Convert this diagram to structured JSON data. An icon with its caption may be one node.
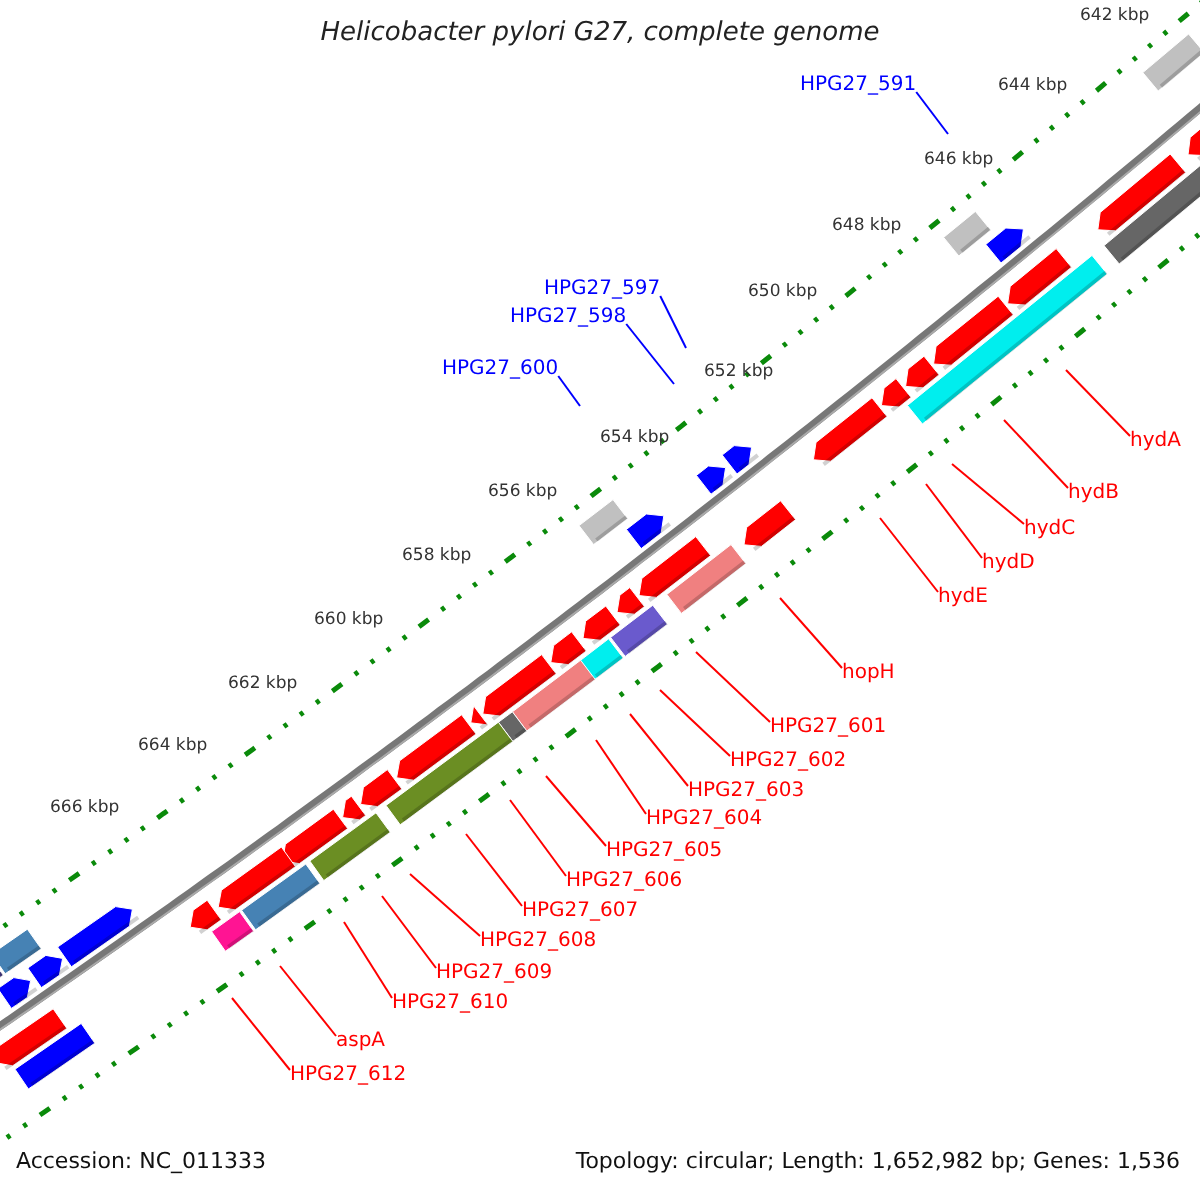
{
  "diagram": {
    "title": "Helicobacter pylori G27, complete genome",
    "nodes": [
      {
        "text": [
          "HPG27_591"
        ]
      },
      {
        "text": [
          "HPG27_597"
        ]
      },
      {
        "text": [
          "HPG27_598"
        ]
      },
      {
        "text": [
          "HPG27_600"
        ]
      },
      {
        "text": [
          "hydA"
        ]
      },
      {
        "text": [
          "hydB"
        ]
      },
      {
        "text": [
          "hydC"
        ]
      },
      {
        "text": [
          "hydD"
        ]
      },
      {
        "text": [
          "hydE"
        ]
      },
      {
        "text": [
          "hopH"
        ]
      },
      {
        "text": [
          "HPG27_601"
        ]
      },
      {
        "text": [
          "HPG27_602"
        ]
      },
      {
        "text": [
          "HPG27_603"
        ]
      },
      {
        "text": [
          "HPG27_604"
        ]
      },
      {
        "text": [
          "HPG27_605"
        ]
      },
      {
        "text": [
          "HPG27_606"
        ]
      },
      {
        "text": [
          "HPG27_607"
        ]
      },
      {
        "text": [
          "HPG27_608"
        ]
      },
      {
        "text": [
          "HPG27_609"
        ]
      },
      {
        "text": [
          "HPG27_610"
        ]
      },
      {
        "text": [
          "aspA"
        ]
      },
      {
        "text": [
          "HPG27_612"
        ]
      }
    ],
    "edges": [
      {
        "from": 0,
        "to": null,
        "arrow": "none",
        "color": "#0000ff"
      },
      {
        "from": 1,
        "to": null,
        "arrow": "none",
        "color": "#0000ff"
      },
      {
        "from": 2,
        "to": null,
        "arrow": "none",
        "color": "#0000ff"
      },
      {
        "from": 3,
        "to": null,
        "arrow": "none",
        "color": "#0000ff"
      },
      {
        "from": 4,
        "to": null,
        "arrow": "none"
      },
      {
        "from": 5,
        "to": null,
        "arrow": "none"
      },
      {
        "from": 6,
        "to": null,
        "arrow": "none"
      },
      {
        "from": 7,
        "to": null,
        "arrow": "none"
      },
      {
        "from": 8,
        "to": null,
        "arrow": "none"
      },
      {
        "from": 9,
        "to": null,
        "arrow": "none"
      },
      {
        "from": 10,
        "to": null,
        "arrow": "none"
      },
      {
        "from": 11,
        "to": null,
        "arrow": "none"
      },
      {
        "from": 12,
        "to": null,
        "arrow": "none"
      },
      {
        "from": 13,
        "to": null,
        "arrow": "none"
      },
      {
        "from": 14,
        "to": null,
        "arrow": "none"
      },
      {
        "from": 15,
        "to": null,
        "arrow": "none"
      },
      {
        "from": 16,
        "to": null,
        "arrow": "none"
      },
      {
        "from": 17,
        "to": null,
        "arrow": "none"
      },
      {
        "from": 18,
        "to": null,
        "arrow": "none"
      },
      {
        "from": 19,
        "to": null,
        "arrow": "none"
      },
      {
        "from": 20,
        "to": null,
        "arrow": "none"
      },
      {
        "from": 21,
        "to": null,
        "arrow": "none"
      }
    ],
    "labels": [
      "642 kbp",
      "644 kbp",
      "646 kbp",
      "648 kbp",
      "650 kbp",
      "652 kbp",
      "654 kbp",
      "656 kbp",
      "658 kbp",
      "660 kbp",
      "662 kbp",
      "664 kbp",
      "666 kbp",
      "Accession: NC_011333",
      "Topology: circular; Length: 1,652,982 bp; Genes: 1,536"
    ]
  }
}
